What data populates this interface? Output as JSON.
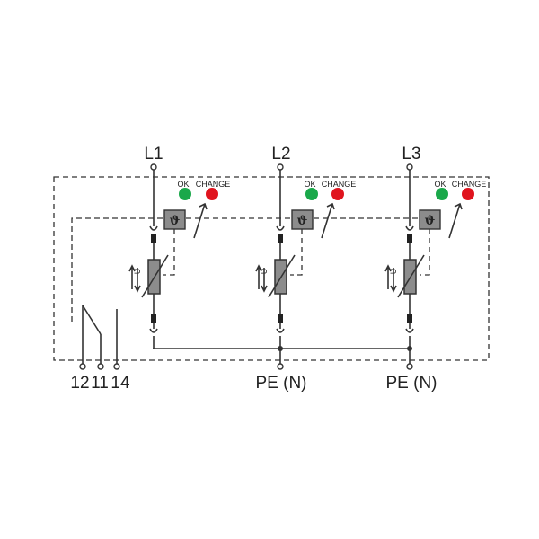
{
  "diagram": {
    "channels": [
      {
        "terminal_top": "L1",
        "terminal_bottom": "",
        "ok_label": "OK",
        "change_label": "CHANGE",
        "varistor_symbol": "U",
        "thermal_symbol": "ϑ"
      },
      {
        "terminal_top": "L2",
        "terminal_bottom": "PE (N)",
        "ok_label": "OK",
        "change_label": "CHANGE",
        "varistor_symbol": "U",
        "thermal_symbol": "ϑ"
      },
      {
        "terminal_top": "L3",
        "terminal_bottom": "PE (N)",
        "ok_label": "OK",
        "change_label": "CHANGE",
        "varistor_symbol": "U",
        "thermal_symbol": "ϑ"
      }
    ],
    "contacts": [
      "12",
      "11",
      "14"
    ],
    "colors": {
      "ok_led": "#1aa84a",
      "change_led": "#e0141e",
      "thermal_box": "#8c8c8c",
      "varistor_fill": "#8c8c8c",
      "line": "#333333"
    }
  }
}
